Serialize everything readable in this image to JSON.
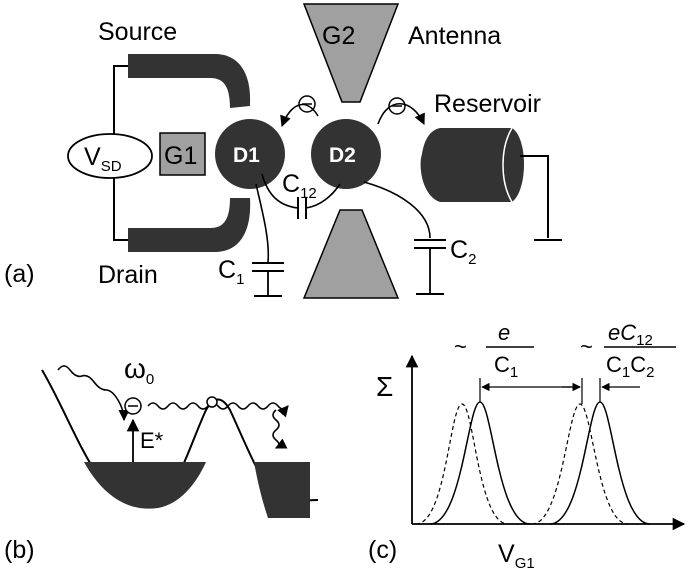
{
  "panel_a": {
    "label": "(a)",
    "source": "Source",
    "drain": "Drain",
    "vsd_main": "V",
    "vsd_sub": "SD",
    "g1": "G1",
    "g2": "G2",
    "antenna": "Antenna",
    "reservoir": "Reservoir",
    "d1": "D1",
    "d2": "D2",
    "c12_main": "C",
    "c12_sub": "12",
    "c1_main": "C",
    "c1_sub": "1",
    "c2_main": "C",
    "c2_sub": "2",
    "electron": "⊖"
  },
  "panel_b": {
    "label": "(b)",
    "omega_main": "ω",
    "omega_sub": "0",
    "energy": "E*",
    "electron": "⊖"
  },
  "panel_c": {
    "label": "(c)",
    "yaxis": "Σ",
    "xaxis_main": "V",
    "xaxis_sub": "G1",
    "tilde1": "~",
    "frac1_num": "e",
    "frac1_den_main": "C",
    "frac1_den_sub": "1",
    "tilde2": "~",
    "frac2_num_main": "eC",
    "frac2_num_sub": "12",
    "frac2_den_a": "C",
    "frac2_den_a_sub": "1",
    "frac2_den_b": "C",
    "frac2_den_b_sub": "2"
  },
  "colors": {
    "dark": "#333333",
    "gray": "#aaaaaa",
    "gate": "#a0a0a0"
  }
}
